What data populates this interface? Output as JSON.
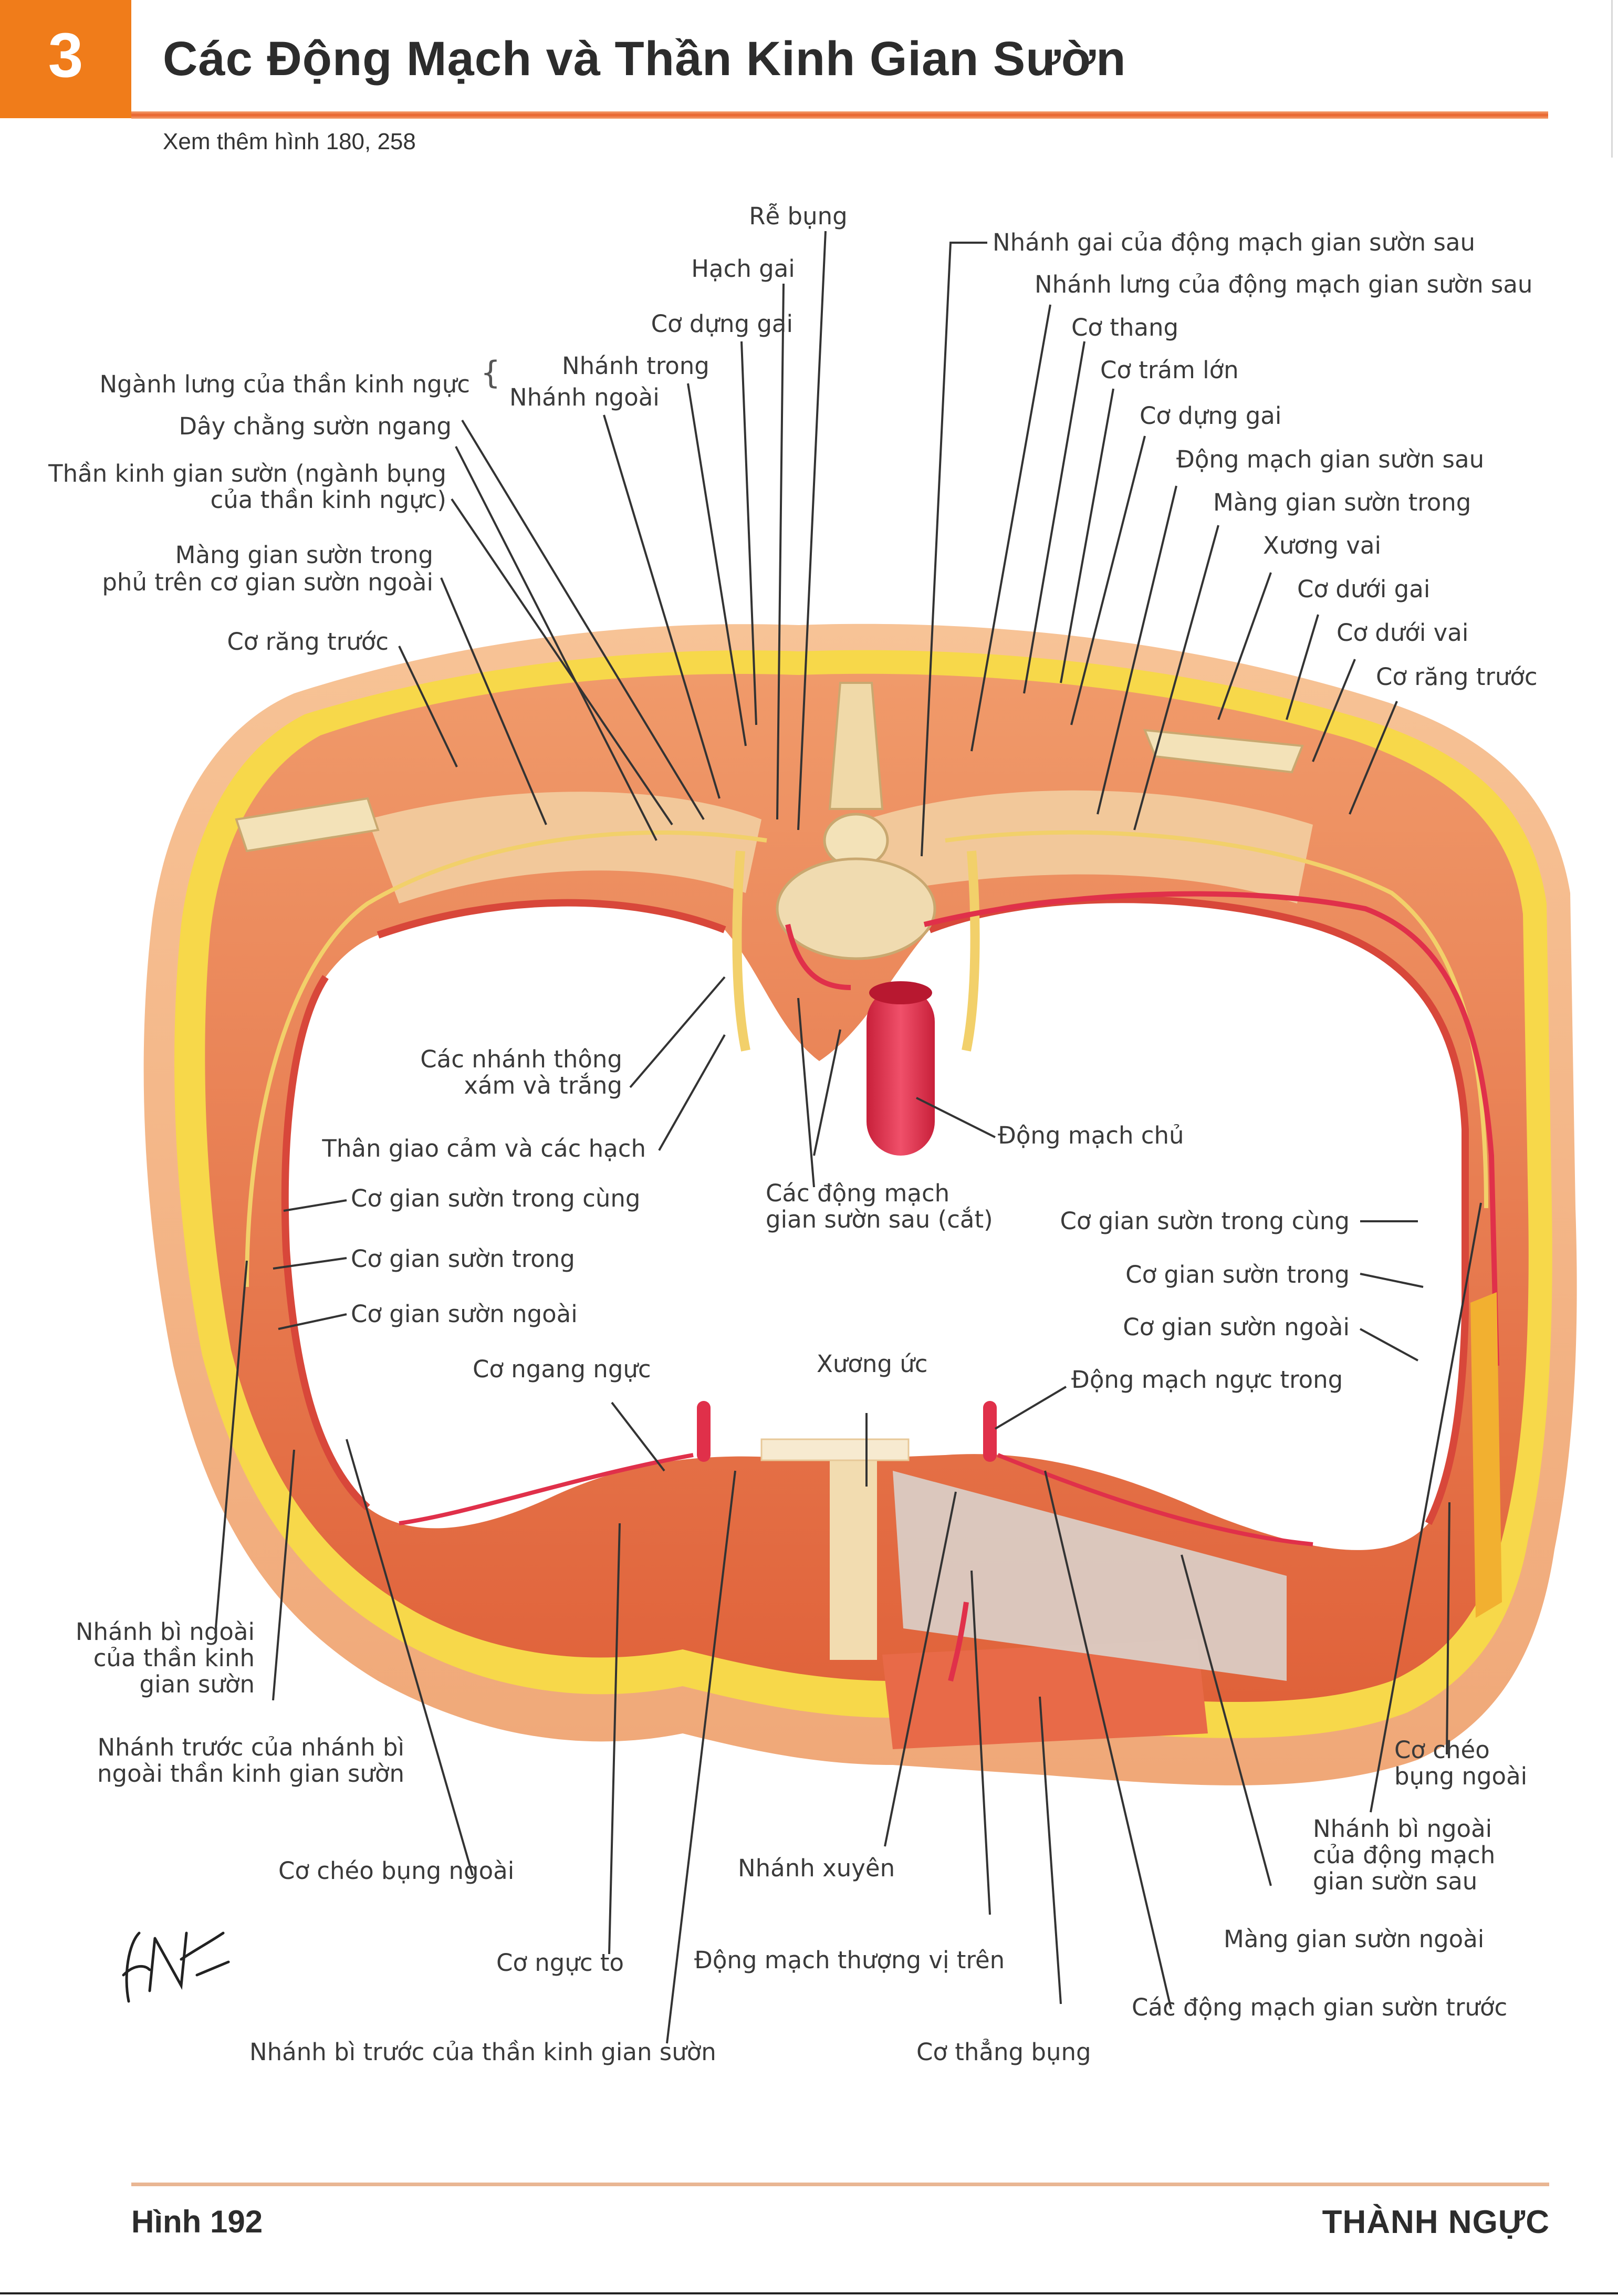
{
  "header": {
    "chapter_number": "3",
    "title": "Các Động Mạch và Thần Kinh Gian Sườn",
    "see_also": "Xem thêm hình 180, 258",
    "accent_color": "#f07c1a"
  },
  "labels": {
    "re_bung": "Rễ bụng",
    "hach_gai": "Hạch gai",
    "co_dung_gai_left": "Cơ dựng gai",
    "nganh_lung": "Ngành lưng của thần kinh ngực",
    "nhanh_trong": "Nhánh trong",
    "nhanh_ngoai": "Nhánh ngoài",
    "day_chang": "Dây chằng sườn ngang",
    "than_kinh_gian_suon_1": "Thần kinh gian sườn (ngành bụng",
    "than_kinh_gian_suon_2": "của thần kinh ngực)",
    "mang_gian_suon_trong_phu_1": "Màng gian sườn trong",
    "mang_gian_suon_trong_phu_2": "phủ trên cơ gian sườn ngoài",
    "co_rang_truoc_left": "Cơ răng trước",
    "nhanh_gai_dm": "Nhánh gai của động mạch gian sườn sau",
    "nhanh_lung_dm": "Nhánh lưng của động mạch gian sườn sau",
    "co_thang": "Cơ thang",
    "co_tram_lon": "Cơ trám lớn",
    "co_dung_gai_right": "Cơ dựng gai",
    "dm_gian_suon_sau": "Động mạch gian sườn sau",
    "mang_gian_suon_trong_right": "Màng gian sườn trong",
    "xuong_vai": "Xương vai",
    "co_duoi_gai": "Cơ dưới gai",
    "co_duoi_vai": "Cơ dưới vai",
    "co_rang_truoc_right": "Cơ răng trước",
    "cac_nhanh_thong_1": "Các nhánh thông",
    "cac_nhanh_thong_2": "xám và trắng",
    "than_giao_cam": "Thân giao cảm và các hạch",
    "dong_mach_chu": "Động mạch chủ",
    "cac_dm_gian_suon_sau_1": "Các động mạch",
    "cac_dm_gian_suon_sau_2": "gian sườn sau (cắt)",
    "co_gs_trong_cung_left": "Cơ gian sườn trong cùng",
    "co_gs_trong_left": "Cơ gian sườn trong",
    "co_gs_ngoai_left": "Cơ gian sườn ngoài",
    "co_gs_trong_cung_right": "Cơ gian sườn trong cùng",
    "co_gs_trong_right": "Cơ gian sườn trong",
    "co_gs_ngoai_right": "Cơ gian sườn ngoài",
    "co_ngang_nguc": "Cơ ngang ngực",
    "xuong_uc": "Xương ức",
    "dm_nguc_trong": "Động mạch ngực trong",
    "nhanh_bi_ngoai_tk_1": "Nhánh bì ngoài",
    "nhanh_bi_ngoai_tk_2": "của thần kinh",
    "nhanh_bi_ngoai_tk_3": "gian sườn",
    "nhanh_truoc_1": "Nhánh trước của nhánh bì",
    "nhanh_truoc_2": "ngoài thần kinh gian sườn",
    "co_cheo_bung_ngoai_left": "Cơ chéo bụng ngoài",
    "co_nguc_to": "Cơ ngực to",
    "nhanh_bi_truoc": "Nhánh bì trước của thần kinh gian sườn",
    "nhanh_xuyen": "Nhánh xuyên",
    "dm_thuong_vi_tren": "Động mạch thượng vị trên",
    "co_thang_bung": "Cơ thẳng bụng",
    "co_cheo_bung_ngoai_right_1": "Cơ chéo",
    "co_cheo_bung_ngoai_right_2": "bụng ngoài",
    "nhanh_bi_ngoai_dm_1": "Nhánh bì ngoài",
    "nhanh_bi_ngoai_dm_2": "của động mạch",
    "nhanh_bi_ngoai_dm_3": "gian sườn sau",
    "mang_gian_suon_ngoai": "Màng gian sườn ngoài",
    "cac_dm_gian_suon_truoc": "Các động mạch gian sườn trước"
  },
  "signature": "F. Netter M.D.",
  "footer": {
    "figure_number": "Hình 192",
    "section": "THÀNH NGỰC"
  },
  "colors": {
    "muscle": "#e8734a",
    "muscle_light": "#f4a878",
    "fat": "#f7d84a",
    "skin": "#f6c9a0",
    "artery": "#e0304a",
    "nerve": "#f2d06a",
    "bone": "#f0d9a8",
    "leader": "#333333"
  }
}
